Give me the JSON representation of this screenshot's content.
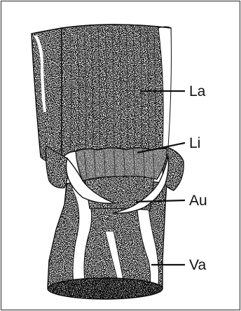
{
  "labels": {
    "la": "La",
    "li": "Li",
    "au": "Au",
    "va": "Va"
  },
  "colors": {
    "ink": "#111111",
    "stipple": "#333333",
    "paper": "#ffffff",
    "frame": "#444444"
  }
}
